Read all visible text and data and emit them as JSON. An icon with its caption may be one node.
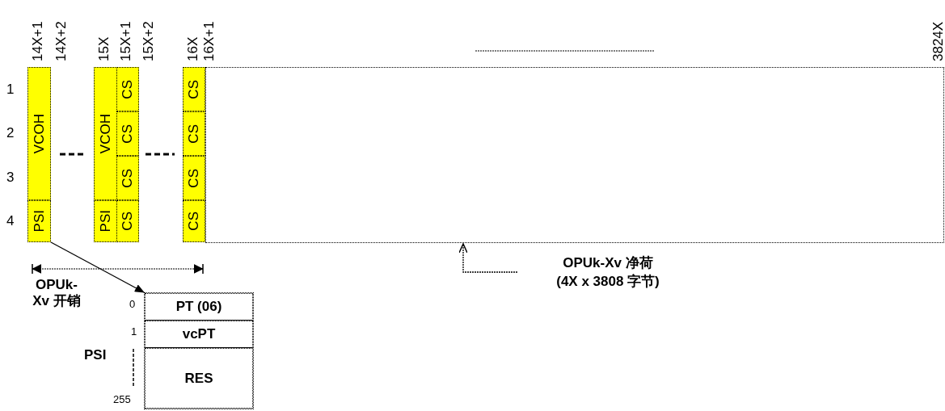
{
  "diagram": {
    "nodes": [
      {
        "text": [
          "VCOH"
        ]
      },
      {
        "text": [
          "PSI"
        ]
      },
      {
        "text": [
          "VCOH"
        ]
      },
      {
        "text": [
          "PSI"
        ]
      },
      {
        "text": [
          "CS"
        ]
      },
      {
        "text": [
          "CS"
        ]
      },
      {
        "text": [
          "CS"
        ]
      },
      {
        "text": [
          "CS"
        ]
      },
      {
        "text": [
          "CS"
        ]
      },
      {
        "text": [
          "CS"
        ]
      },
      {
        "text": [
          "CS"
        ]
      },
      {
        "text": [
          "CS"
        ]
      },
      {
        "text": [],
        "shape": "box"
      },
      {
        "text": [
          "OPUk-Xv 净荷 (4X x 3808 字节)"
        ]
      },
      {
        "text": [],
        "shape": "box"
      },
      {
        "text": [
          "PT (06)"
        ],
        "in": 14
      },
      {
        "text": [
          "vcPT"
        ],
        "in": 14
      },
      {
        "text": [
          "RES"
        ],
        "in": 14
      }
    ],
    "edges": [
      {
        "from": 1,
        "to": 14,
        "arrow": "to"
      },
      {
        "from": 13,
        "to": 12,
        "arrow": "to",
        "style": "dashed"
      }
    ],
    "labels": [
      "14X+1",
      "14X+2",
      "15X",
      "15X+1",
      "15X+2",
      "16X",
      "16X+1",
      "3824X",
      "1",
      "2",
      "3",
      "4",
      "OPUk-Xv 开销",
      "0",
      "1",
      "PSI",
      "255"
    ]
  }
}
